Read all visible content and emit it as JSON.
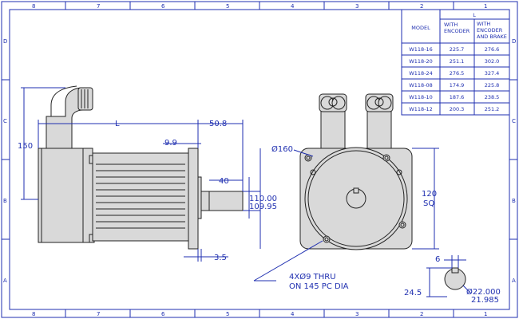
{
  "border": {
    "top_cols": [
      "8",
      "7",
      "6",
      "5",
      "4",
      "3",
      "2",
      "1"
    ],
    "bottom_cols": [
      "8",
      "7",
      "6",
      "5",
      "4",
      "3",
      "2",
      "1"
    ],
    "rows": [
      "D",
      "C",
      "B",
      "A"
    ]
  },
  "table": {
    "header_top": "L",
    "col_model": "MODEL",
    "col_enc_1": "WITH",
    "col_enc_2": "ENCODER",
    "col_brake_1": "WITH",
    "col_brake_2": "ENCODER",
    "col_brake_3": "AND BRAKE",
    "rows": [
      {
        "model": "W118-16",
        "enc": "225.7",
        "brake": "276.6"
      },
      {
        "model": "W118-20",
        "enc": "251.1",
        "brake": "302.0"
      },
      {
        "model": "W118-24",
        "enc": "276.5",
        "brake": "327.4"
      },
      {
        "model": "W118-08",
        "enc": "174.9",
        "brake": "225.8"
      },
      {
        "model": "W118-10",
        "enc": "187.6",
        "brake": "238.5"
      },
      {
        "model": "W118-12",
        "enc": "200.3",
        "brake": "251.2"
      }
    ]
  },
  "dims": {
    "L": "L",
    "d508": "50.8",
    "d99": "9.9",
    "d150": "150",
    "d40": "40",
    "shaft1": "110.00",
    "shaft2": "109.95",
    "d35": "3.5",
    "d160": "Ø160",
    "sq1": "120",
    "sq2": "SQ",
    "note1": "4XØ9 THRU",
    "note2": "ON 145 PC DIA",
    "d6": "6",
    "d245": "24.5",
    "dia1": "Ø22.000",
    "dia2": "21.985"
  }
}
